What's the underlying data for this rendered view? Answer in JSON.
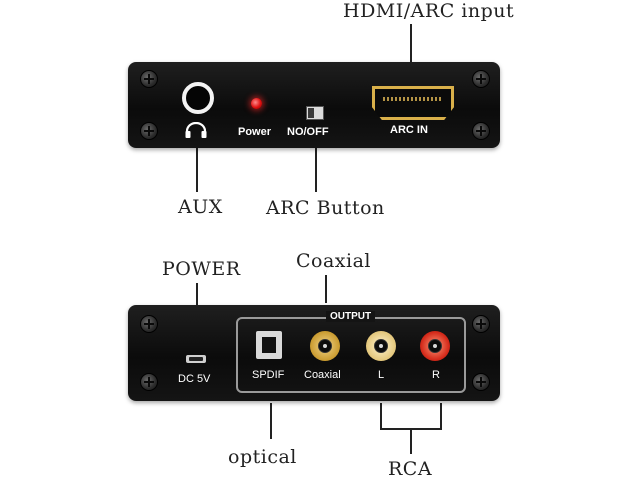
{
  "callouts": {
    "hdmi_arc_input": "HDMI/ARC input",
    "aux": "AUX",
    "arc_button": "ARC Button",
    "power": "POWER",
    "coaxial": "Coaxial",
    "optical": "optical",
    "rca": "RCA"
  },
  "top_panel": {
    "power_label": "Power",
    "switch_label": "NO/OFF",
    "hdmi_label": "ARC IN"
  },
  "bottom_panel": {
    "output_title": "OUTPUT",
    "dc_label": "DC 5V",
    "spdif_label": "SPDIF",
    "coaxial_label": "Coaxial",
    "left_label": "L",
    "right_label": "R"
  },
  "colors": {
    "panel": "#111111",
    "led": "#e01010",
    "gold": "#d9b04a",
    "rca_right": "#d42a1a"
  }
}
